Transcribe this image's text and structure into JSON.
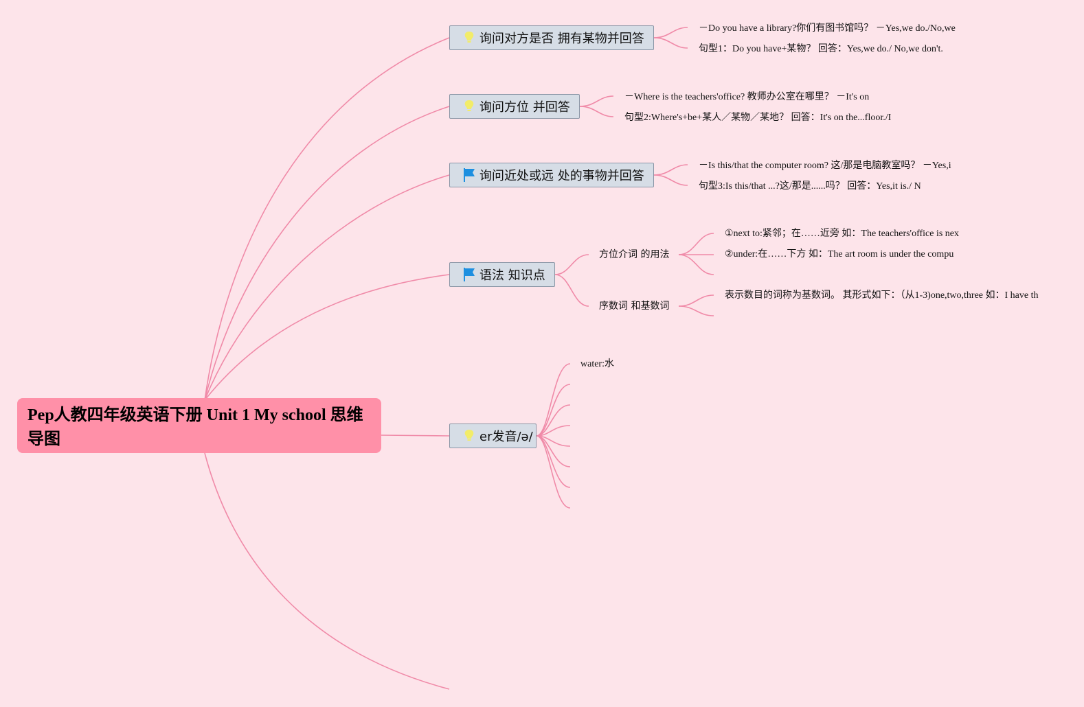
{
  "root": {
    "title": "Pep人教四年级英语下册 Unit 1 My school 思维导图"
  },
  "branches": [
    {
      "label": "询问对方是否 拥有某物并回答",
      "icon": "lightbulb-icon",
      "details": [
        "－Do you have a library?你们有图书馆吗？ －Yes,we do./No,we",
        "句型1：Do you have+某物？ 回答：Yes,we do./ No,we don't."
      ]
    },
    {
      "label": "询问方位 并回答",
      "icon": "lightbulb-icon",
      "details": [
        "－Where is the teachers'office? 教师办公室在哪里？ －It's on",
        "句型2:Where's+be+某人／某物／某地？ 回答：It's on the...floor./I"
      ]
    },
    {
      "label": "询问近处或远 处的事物并回答",
      "icon": "flag-icon",
      "details": [
        "－Is this/that the computer room? 这/那是电脑教室吗？ －Yes,i",
        "句型3:Is this/that ...?这/那是......吗？ 回答：Yes,it is./ N"
      ]
    },
    {
      "label": "语法 知识点",
      "icon": "flag-icon",
      "subtopics": [
        {
          "label": "方位介词 的用法",
          "details": [
            "①next to:紧邻；在……近旁 如：The teachers'office is nex",
            "②under:在……下方 如：The art room is under the compu"
          ]
        },
        {
          "label": "序数词 和基数词",
          "details": [
            "表示数目的词称为基数词。 其形式如下：（从1-3)one,two,three 如：I have th"
          ]
        }
      ]
    },
    {
      "label": "er发音/ə/",
      "icon": "lightbulb-icon",
      "details": [
        "water:水"
      ]
    }
  ],
  "colors": {
    "background": "#fde4ea",
    "root_fill": "#ff90a8",
    "connector": "#f08aa8",
    "topic_fill": "#d6dde6",
    "topic_border": "#8a96a6",
    "lightbulb": "#f2ec6a",
    "flag": "#1d8fe0"
  }
}
